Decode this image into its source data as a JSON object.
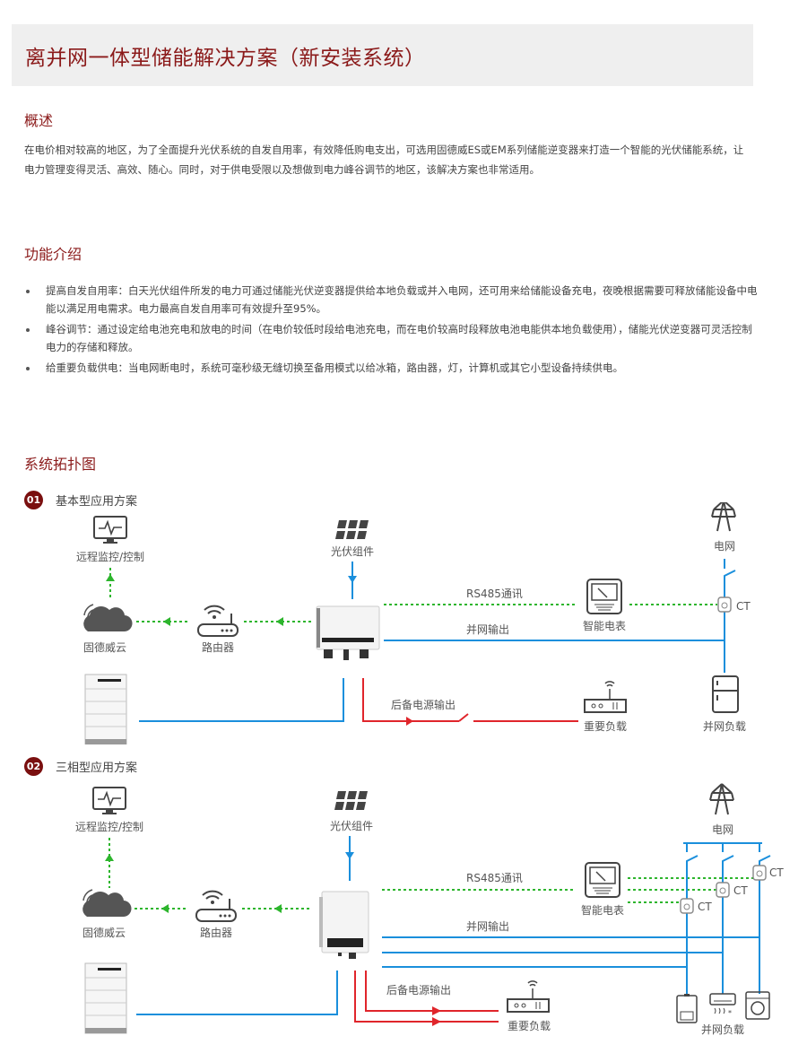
{
  "header": {
    "title": "离并网一体型储能解决方案（新安装系统）"
  },
  "overview": {
    "title": "概述",
    "text": "在电价相对较高的地区，为了全面提升光伏系统的自发自用率，有效降低购电支出，可选用固德威ES或EM系列储能逆变器来打造一个智能的光伏储能系统，让电力管理变得灵活、高效、随心。同时，对于供电受限以及想做到电力峰谷调节的地区，该解决方案也非常适用。"
  },
  "features": {
    "title": "功能介绍",
    "items": [
      "提高自发自用率：白天光伏组件所发的电力可通过储能光伏逆变器提供给本地负载或并入电网，还可用来给储能设备充电，夜晚根据需要可释放储能设备中电能以满足用电需求。电力最高自发自用率可有效提升至95%。",
      "峰谷调节：通过设定给电池充电和放电的时间（在电价较低时段给电池充电，而在电价较高时段释放电池电能供本地负载使用），储能光伏逆变器可灵活控制电力的存储和释放。",
      "给重要负载供电：当电网断电时，系统可毫秒级无缝切换至备用模式以给冰箱，路由器，灯，计算机或其它小型设备持续供电。"
    ]
  },
  "topology": {
    "title": "系统拓扑图",
    "colors": {
      "dc": "#1a8fdc",
      "backup": "#e0252b",
      "comm": "#2db52d",
      "accent": "#7a0f0f"
    },
    "scheme1": {
      "number": "01",
      "title": "基本型应用方案",
      "labels": {
        "monitor": "远程监控/控制",
        "cloud": "固德威云",
        "router": "路由器",
        "pv": "光伏组件",
        "rs485": "RS485通讯",
        "meter": "智能电表",
        "grid": "电网",
        "ct": "CT",
        "grid_output": "并网输出",
        "backup_output": "后备电源输出",
        "critical_load": "重要负载",
        "grid_load": "并网负载"
      }
    },
    "scheme2": {
      "number": "02",
      "title": "三相型应用方案",
      "labels": {
        "monitor": "远程监控/控制",
        "cloud": "固德威云",
        "router": "路由器",
        "pv": "光伏组件",
        "rs485": "RS485通讯",
        "meter": "智能电表",
        "grid": "电网",
        "ct": "CT",
        "grid_output": "并网输出",
        "backup_output": "后备电源输出",
        "critical_load": "重要负载",
        "grid_load": "并网负载"
      }
    }
  }
}
